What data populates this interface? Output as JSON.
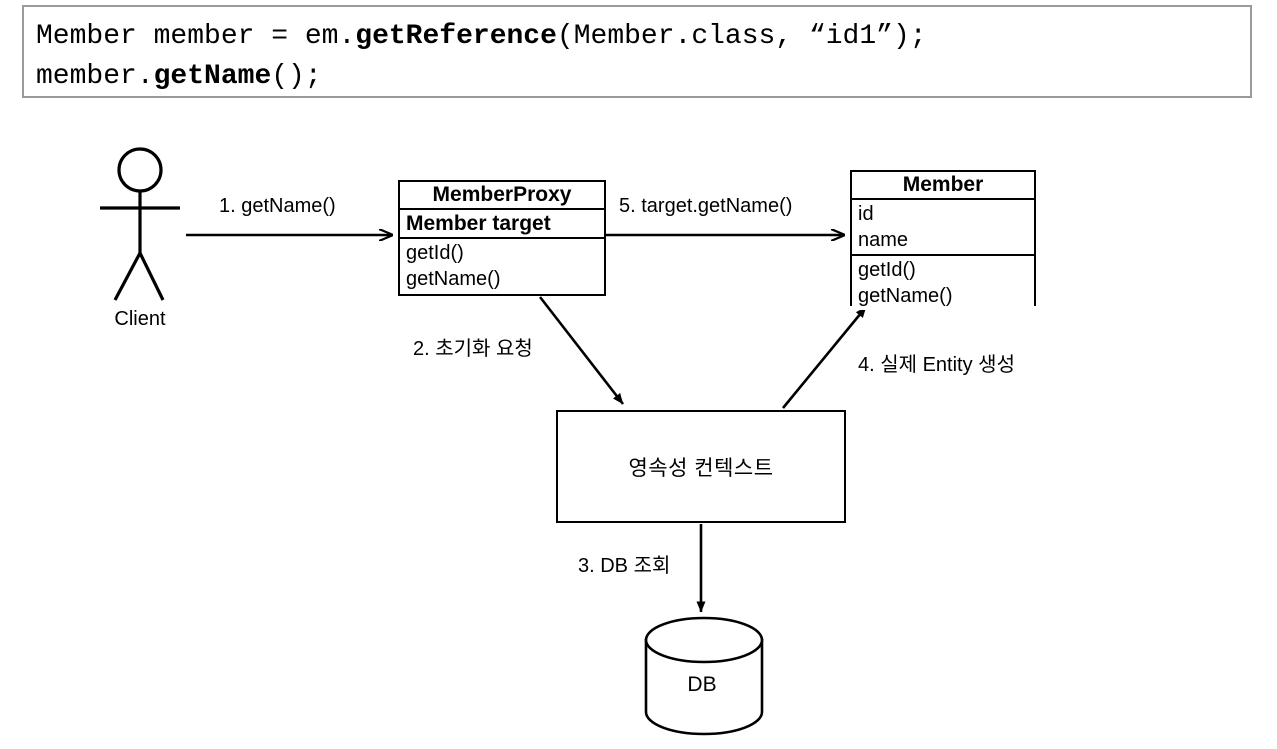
{
  "code_block": {
    "line1_part1": "Member member = em.",
    "line1_bold": "getReference",
    "line1_part2": "(Member.class, “id1”);",
    "line2_part1": "member.",
    "line2_bold": "getName",
    "line2_part2": "();"
  },
  "diagram": {
    "actor": {
      "name": "actor-client",
      "label": "Client"
    },
    "boxes": [
      {
        "name": "memberproxy-class",
        "title": "MemberProxy",
        "attr_bold": "Member target",
        "operations": [
          "getId()",
          "getName()"
        ]
      },
      {
        "name": "member-class",
        "title": "Member",
        "attributes": [
          "id",
          "name"
        ],
        "operations": [
          "getId()",
          "getName()"
        ]
      }
    ],
    "persistence_context": {
      "name": "persistence-context-box",
      "label": "영속성 컨텍스트"
    },
    "database": {
      "name": "db-cylinder",
      "label": "DB"
    },
    "arrows": [
      {
        "id": "step1",
        "label": "1. getName()"
      },
      {
        "id": "step2",
        "label": "2. 초기화 요청"
      },
      {
        "id": "step3",
        "label": "3. DB 조회"
      },
      {
        "id": "step4",
        "label": "4. 실제 Entity 생성"
      },
      {
        "id": "step5",
        "label": "5. target.getName()"
      }
    ]
  },
  "colors": {
    "stroke": "#000000",
    "code_border": "#9a9a9a",
    "background": "#ffffff"
  }
}
